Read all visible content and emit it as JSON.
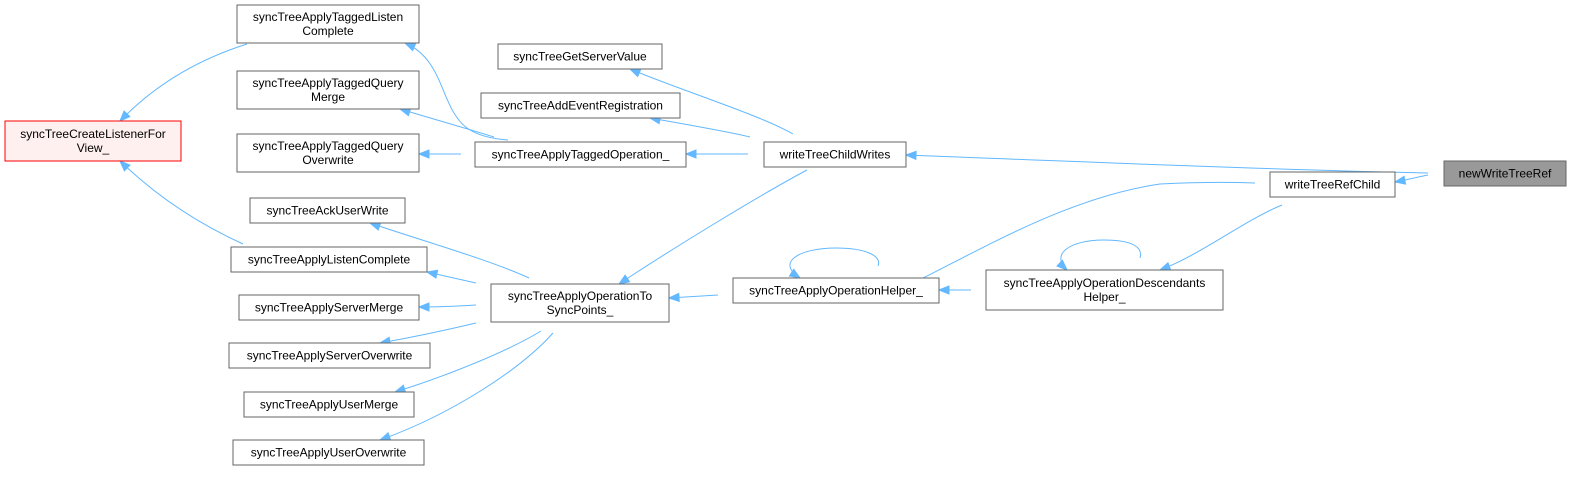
{
  "colors": {
    "edge": "#63b8ff",
    "node_border": "#666666",
    "node_fill": "#ffffff",
    "root_fill": "#999999",
    "truncated_fill": "#fff0f0",
    "truncated_border": "#ff0000"
  },
  "nodes": [
    {
      "id": "newWriteTreeRef",
      "lines": [
        "newWriteTreeRef"
      ],
      "style": "root"
    },
    {
      "id": "writeTreeChildWrites",
      "lines": [
        "writeTreeChildWrites"
      ],
      "style": "normal"
    },
    {
      "id": "writeTreeRefChild",
      "lines": [
        "writeTreeRefChild"
      ],
      "style": "normal"
    },
    {
      "id": "syncTreeGetServerValue",
      "lines": [
        "syncTreeGetServerValue"
      ],
      "style": "normal"
    },
    {
      "id": "syncTreeAddEventRegistration",
      "lines": [
        "syncTreeAddEventRegistration"
      ],
      "style": "normal"
    },
    {
      "id": "syncTreeApplyTaggedOperation_",
      "lines": [
        "syncTreeApplyTaggedOperation_"
      ],
      "style": "normal"
    },
    {
      "id": "syncTreeApplyOperationToSyncPoints_",
      "lines": [
        "syncTreeApplyOperationTo",
        "SyncPoints_"
      ],
      "style": "normal"
    },
    {
      "id": "syncTreeApplyTaggedListenComplete",
      "lines": [
        "syncTreeApplyTaggedListen",
        "Complete"
      ],
      "style": "normal"
    },
    {
      "id": "syncTreeApplyTaggedQueryMerge",
      "lines": [
        "syncTreeApplyTaggedQuery",
        "Merge"
      ],
      "style": "normal"
    },
    {
      "id": "syncTreeApplyTaggedQueryOverwrite",
      "lines": [
        "syncTreeApplyTaggedQuery",
        "Overwrite"
      ],
      "style": "normal"
    },
    {
      "id": "syncTreeCreateListenerForView_",
      "lines": [
        "syncTreeCreateListenerFor",
        "View_"
      ],
      "style": "truncated"
    },
    {
      "id": "syncTreeAckUserWrite",
      "lines": [
        "syncTreeAckUserWrite"
      ],
      "style": "normal"
    },
    {
      "id": "syncTreeApplyListenComplete",
      "lines": [
        "syncTreeApplyListenComplete"
      ],
      "style": "normal"
    },
    {
      "id": "syncTreeApplyServerMerge",
      "lines": [
        "syncTreeApplyServerMerge"
      ],
      "style": "normal"
    },
    {
      "id": "syncTreeApplyServerOverwrite",
      "lines": [
        "syncTreeApplyServerOverwrite"
      ],
      "style": "normal"
    },
    {
      "id": "syncTreeApplyUserMerge",
      "lines": [
        "syncTreeApplyUserMerge"
      ],
      "style": "normal"
    },
    {
      "id": "syncTreeApplyUserOverwrite",
      "lines": [
        "syncTreeApplyUserOverwrite"
      ],
      "style": "normal"
    },
    {
      "id": "syncTreeApplyOperationHelper_",
      "lines": [
        "syncTreeApplyOperationHelper_"
      ],
      "style": "normal"
    },
    {
      "id": "syncTreeApplyOperationDescendantsHelper_",
      "lines": [
        "syncTreeApplyOperationDescendants",
        "Helper_"
      ],
      "style": "normal"
    }
  ],
  "edges": [
    {
      "from": "writeTreeChildWrites",
      "to": "newWriteTreeRef"
    },
    {
      "from": "writeTreeRefChild",
      "to": "newWriteTreeRef"
    },
    {
      "from": "syncTreeGetServerValue",
      "to": "writeTreeChildWrites"
    },
    {
      "from": "syncTreeAddEventRegistration",
      "to": "writeTreeChildWrites"
    },
    {
      "from": "syncTreeApplyTaggedOperation_",
      "to": "writeTreeChildWrites"
    },
    {
      "from": "syncTreeApplyOperationToSyncPoints_",
      "to": "writeTreeChildWrites"
    },
    {
      "from": "syncTreeApplyTaggedListenComplete",
      "to": "syncTreeApplyTaggedOperation_"
    },
    {
      "from": "syncTreeApplyTaggedQueryMerge",
      "to": "syncTreeApplyTaggedOperation_"
    },
    {
      "from": "syncTreeApplyTaggedQueryOverwrite",
      "to": "syncTreeApplyTaggedOperation_"
    },
    {
      "from": "syncTreeCreateListenerForView_",
      "to": "syncTreeApplyTaggedListenComplete"
    },
    {
      "from": "syncTreeCreateListenerForView_",
      "to": "syncTreeApplyListenComplete"
    },
    {
      "from": "syncTreeAckUserWrite",
      "to": "syncTreeApplyOperationToSyncPoints_"
    },
    {
      "from": "syncTreeApplyListenComplete",
      "to": "syncTreeApplyOperationToSyncPoints_"
    },
    {
      "from": "syncTreeApplyServerMerge",
      "to": "syncTreeApplyOperationToSyncPoints_"
    },
    {
      "from": "syncTreeApplyServerOverwrite",
      "to": "syncTreeApplyOperationToSyncPoints_"
    },
    {
      "from": "syncTreeApplyUserMerge",
      "to": "syncTreeApplyOperationToSyncPoints_"
    },
    {
      "from": "syncTreeApplyUserOverwrite",
      "to": "syncTreeApplyOperationToSyncPoints_"
    },
    {
      "from": "syncTreeApplyOperationHelper_",
      "to": "writeTreeRefChild"
    },
    {
      "from": "syncTreeApplyOperationDescendantsHelper_",
      "to": "writeTreeRefChild"
    },
    {
      "from": "syncTreeApplyOperationToSyncPoints_",
      "to": "syncTreeApplyOperationHelper_"
    },
    {
      "from": "syncTreeApplyOperationHelper_",
      "to": "syncTreeApplyOperationDescendantsHelper_"
    },
    {
      "from": "syncTreeApplyOperationHelper_",
      "to": "syncTreeApplyOperationHelper_"
    },
    {
      "from": "syncTreeApplyOperationDescendantsHelper_",
      "to": "syncTreeApplyOperationDescendantsHelper_"
    }
  ]
}
